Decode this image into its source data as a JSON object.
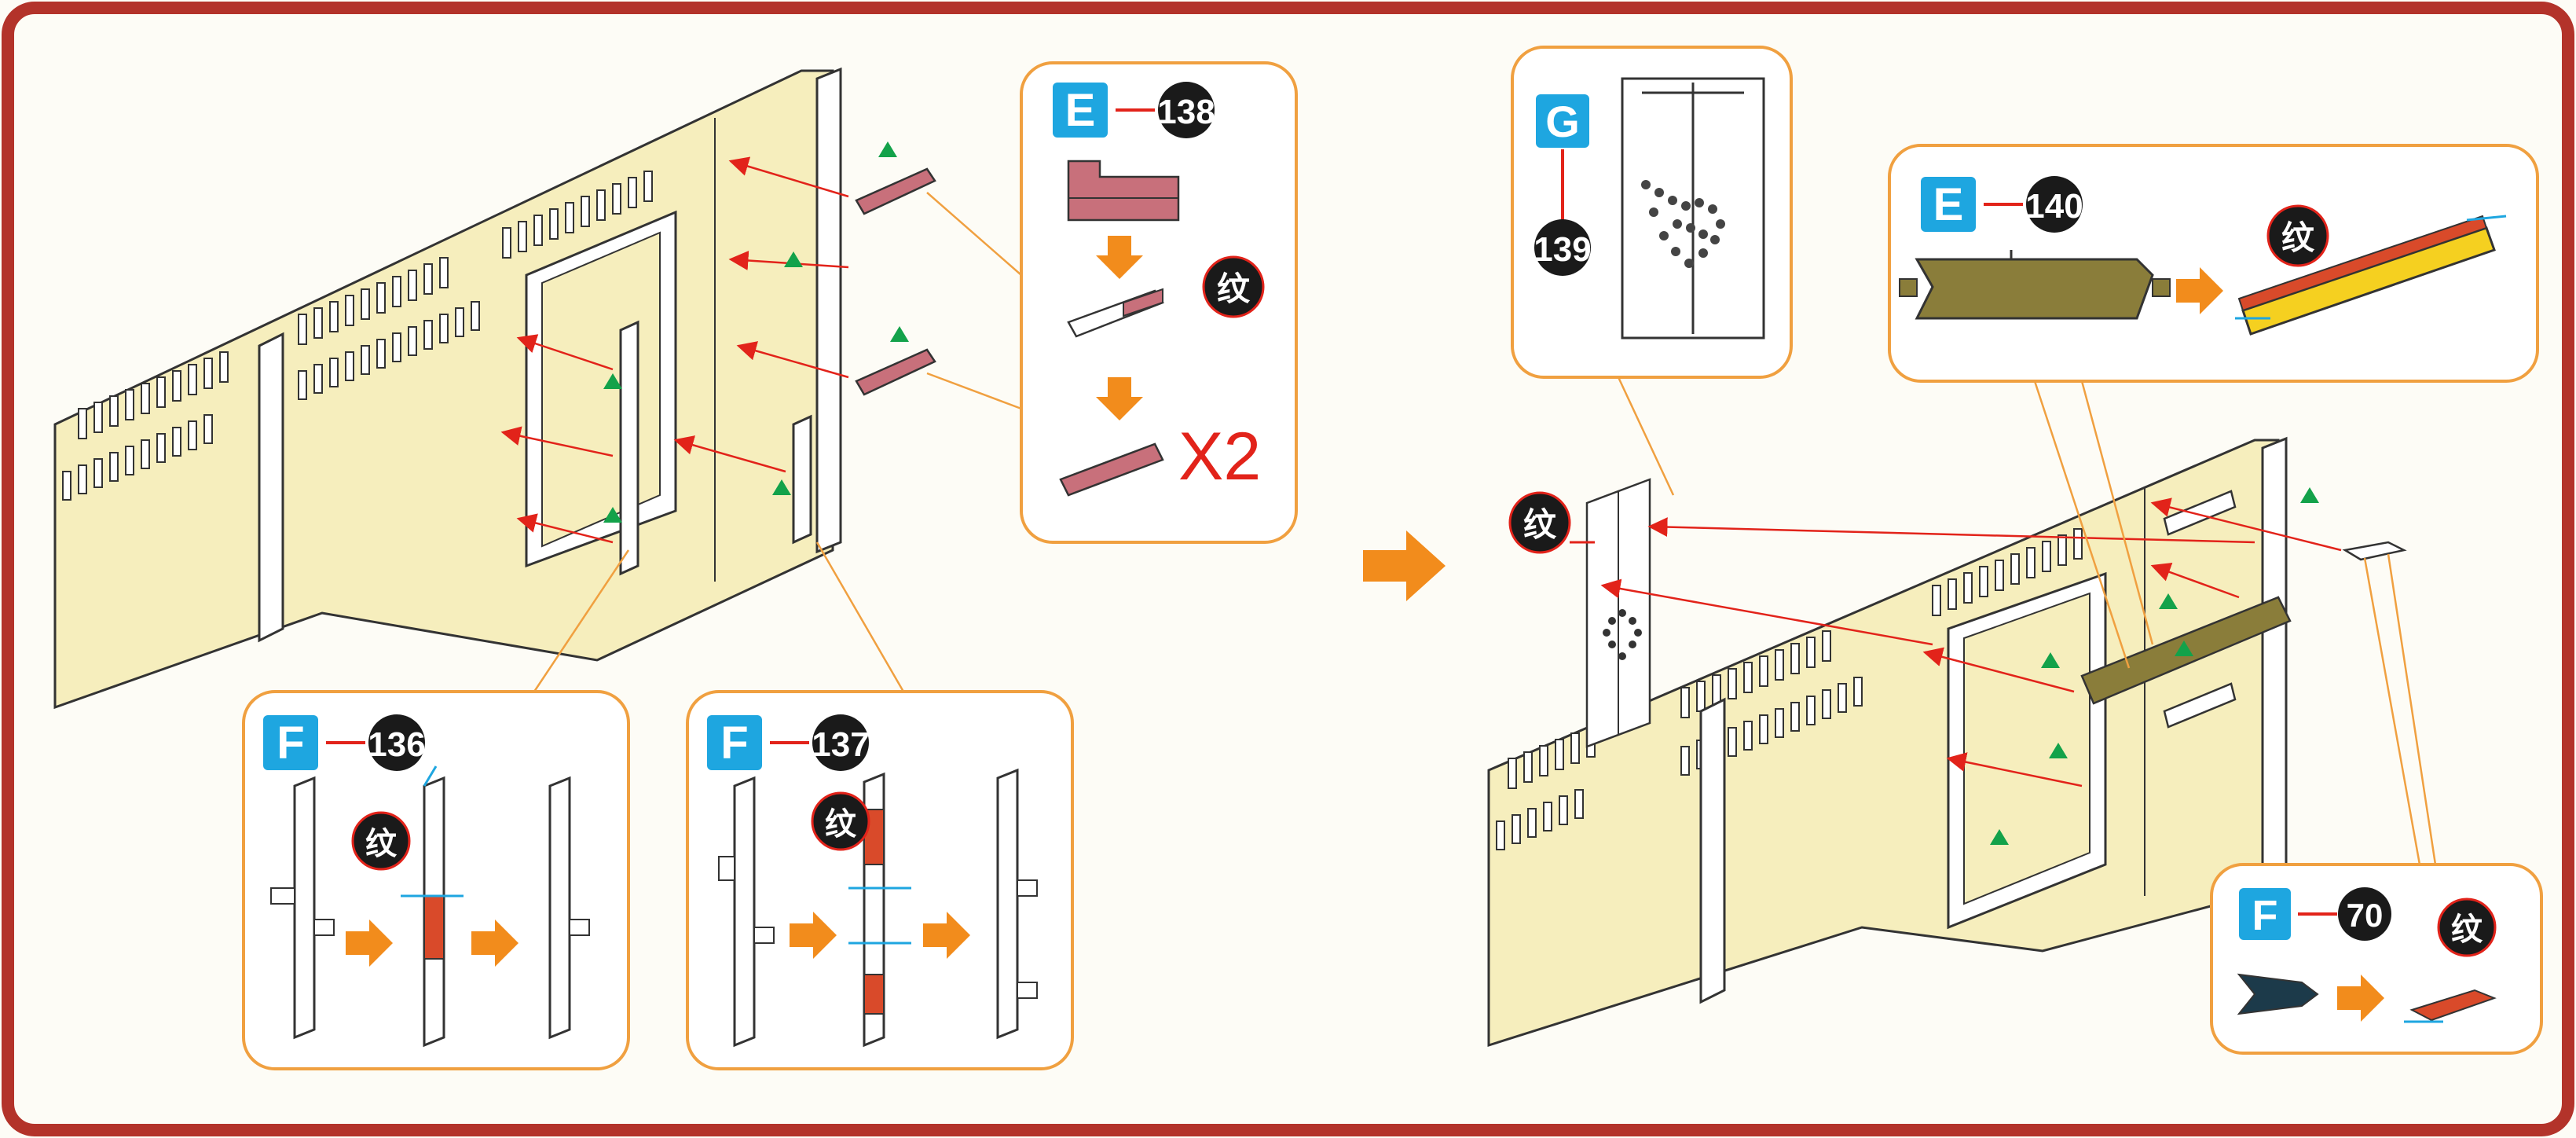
{
  "colors": {
    "border": "#b3332a",
    "panel_fill": "#f6eebd",
    "letter_badge": "#1ea6e0",
    "number_badge": "#1a1a1a",
    "connector": "#e2231a",
    "callout_border": "#f0a040",
    "step_arrow": "#f28c1c",
    "assembly_mark": "#13a24a"
  },
  "texture_mark": "纹",
  "left_step": {
    "callout_138": {
      "sheet": "E",
      "part": "138",
      "multiplier": "X2"
    },
    "callout_136": {
      "sheet": "F",
      "part": "136"
    },
    "callout_137": {
      "sheet": "F",
      "part": "137"
    }
  },
  "right_step": {
    "callout_139": {
      "sheet": "G",
      "part": "139"
    },
    "callout_140": {
      "sheet": "E",
      "part": "140"
    },
    "callout_70": {
      "sheet": "F",
      "part": "70"
    }
  },
  "icons": [
    "step-arrow-icon",
    "assembly-triangle-icon",
    "texture-mark-icon",
    "rotate-arrow-icon"
  ]
}
